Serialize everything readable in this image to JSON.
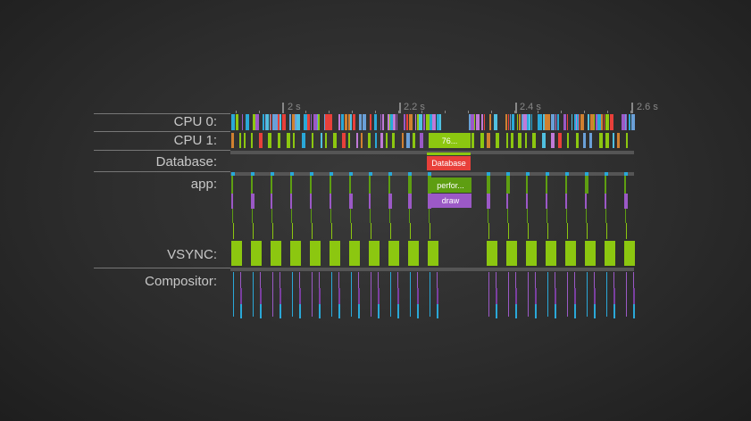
{
  "rows": {
    "cpu0": "CPU 0:",
    "cpu1": "CPU 1:",
    "database": "Database:",
    "app": "app:",
    "vsync": "VSYNC:",
    "compositor": "Compositor:"
  },
  "ruler": [
    "2 s",
    "2.2 s",
    "2.4 s",
    "2.6 s"
  ],
  "slices": {
    "cpu1_long": "76...",
    "database": "Database",
    "app_perform": "perfor...",
    "app_draw": "draw"
  },
  "colors": {
    "green": "#8cc710",
    "purple": "#9b59c6",
    "cyan": "#2aa8d8",
    "red": "#e8403a",
    "track": "#555555"
  }
}
